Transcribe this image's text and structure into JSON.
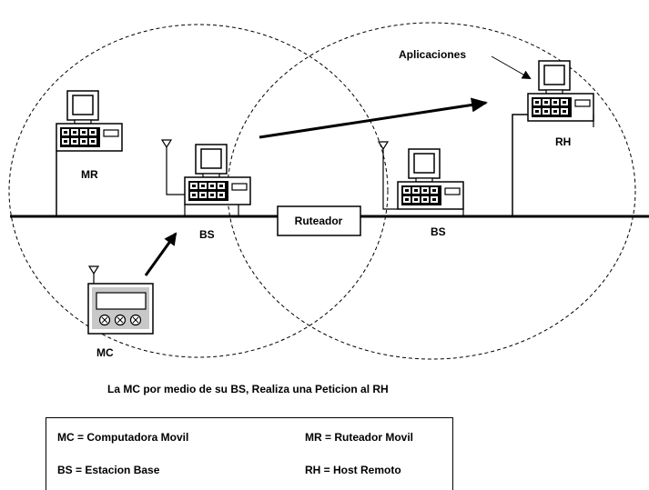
{
  "labels": {
    "aplicaciones": "Aplicaciones",
    "rh": "RH",
    "mr": "MR",
    "bs_left": "BS",
    "bs_right": "BS",
    "ruteador": "Ruteador",
    "mc": "MC"
  },
  "caption": "La MC por medio de su BS, Realiza una Peticion al RH",
  "legend": {
    "mc": "MC = Computadora Movil",
    "mr": "MR = Ruteador Movil",
    "bs": "BS = Estacion Base",
    "rh": "RH = Host Remoto"
  }
}
